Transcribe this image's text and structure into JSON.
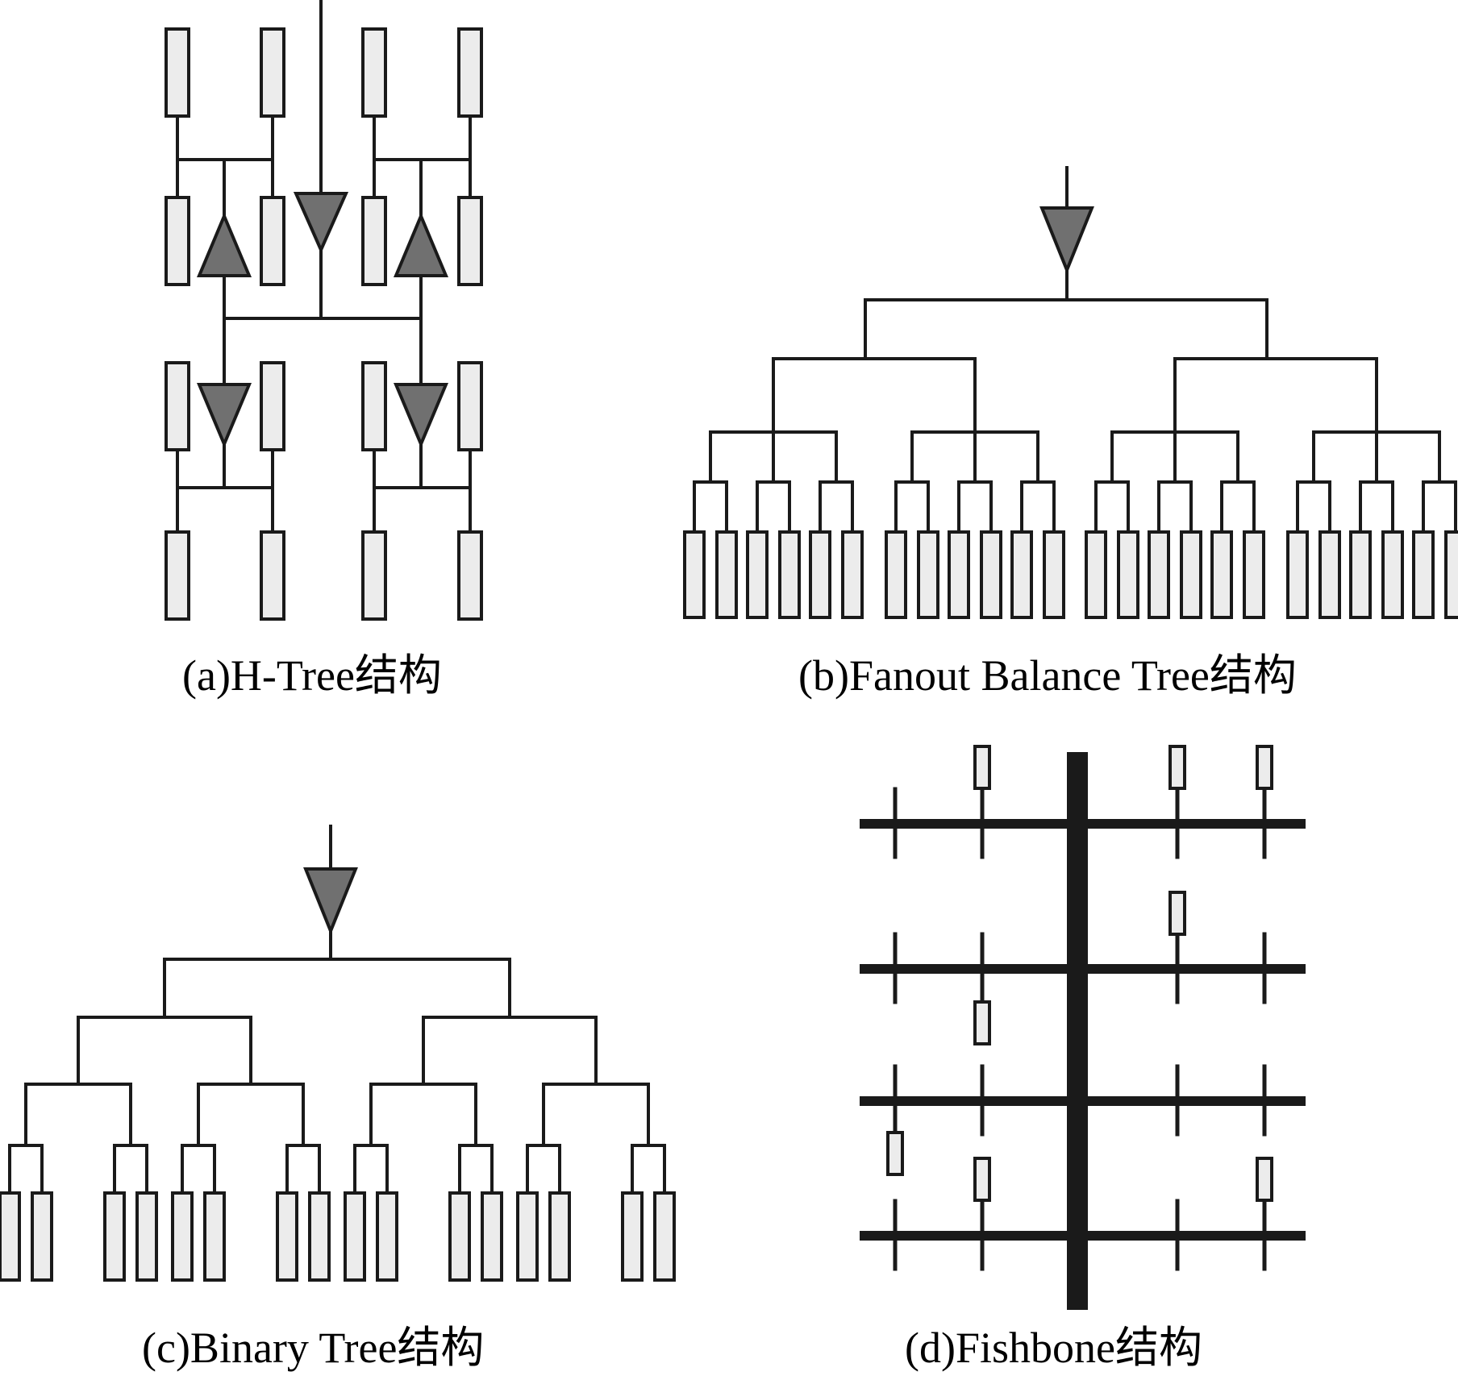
{
  "colors": {
    "stroke": "#1a1a1a",
    "sink_fill": "#ececec",
    "buffer_fill": "#707070",
    "background": "#ffffff"
  },
  "panels": {
    "a": {
      "caption": "(a)H-Tree结构"
    },
    "b": {
      "caption": "(b)Fanout Balance Tree结构"
    },
    "c": {
      "caption": "(c)Binary Tree结构"
    },
    "d": {
      "caption": "(d)Fishbone结构"
    }
  },
  "icons": {
    "sink": "clock-sink-rect",
    "buffer": "buffer-triangle-icon"
  }
}
